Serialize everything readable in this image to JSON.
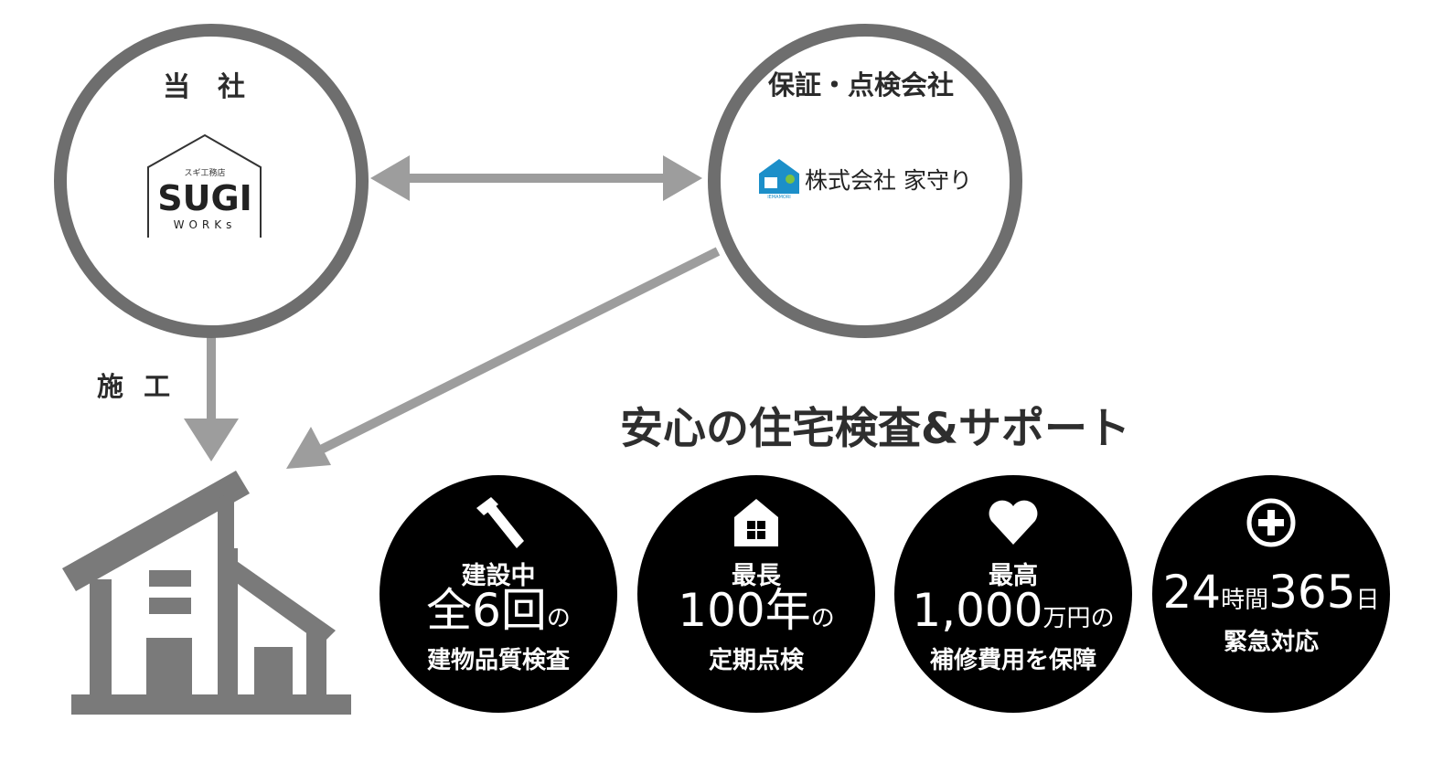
{
  "company": {
    "title": "当　社",
    "logo": {
      "small_text": "スギ工務店",
      "main_text": "SUGI",
      "sub_text": "WORKs"
    }
  },
  "guarantor": {
    "title": "保証・点検会社",
    "logo_text": "株式会社 家守り",
    "logo_sub": "IEMAMORI"
  },
  "construction_label": "施 工",
  "headline": "安心の住宅検査&サポート",
  "badges": [
    {
      "icon": "hammer-icon",
      "line1": "建設中",
      "big": "全6回",
      "suffix": "の",
      "line3": "建物品質検査"
    },
    {
      "icon": "house-icon",
      "line1": "最長",
      "big": "100年",
      "suffix": "の",
      "line3": "定期点検"
    },
    {
      "icon": "heart-icon",
      "line1": "最高",
      "big": "1,000",
      "unit": "万円",
      "suffix": "の",
      "line3": "補修費用を保障"
    },
    {
      "icon": "plus-circle-icon",
      "big_a": "24",
      "unit_a": "時間",
      "big_b": "365",
      "unit_b": "日",
      "line3": "緊急対応"
    }
  ],
  "colors": {
    "ring": "#6e6e6e",
    "arrow": "#9d9d9d",
    "house": "#7a7a7a",
    "badge": "#000000"
  }
}
